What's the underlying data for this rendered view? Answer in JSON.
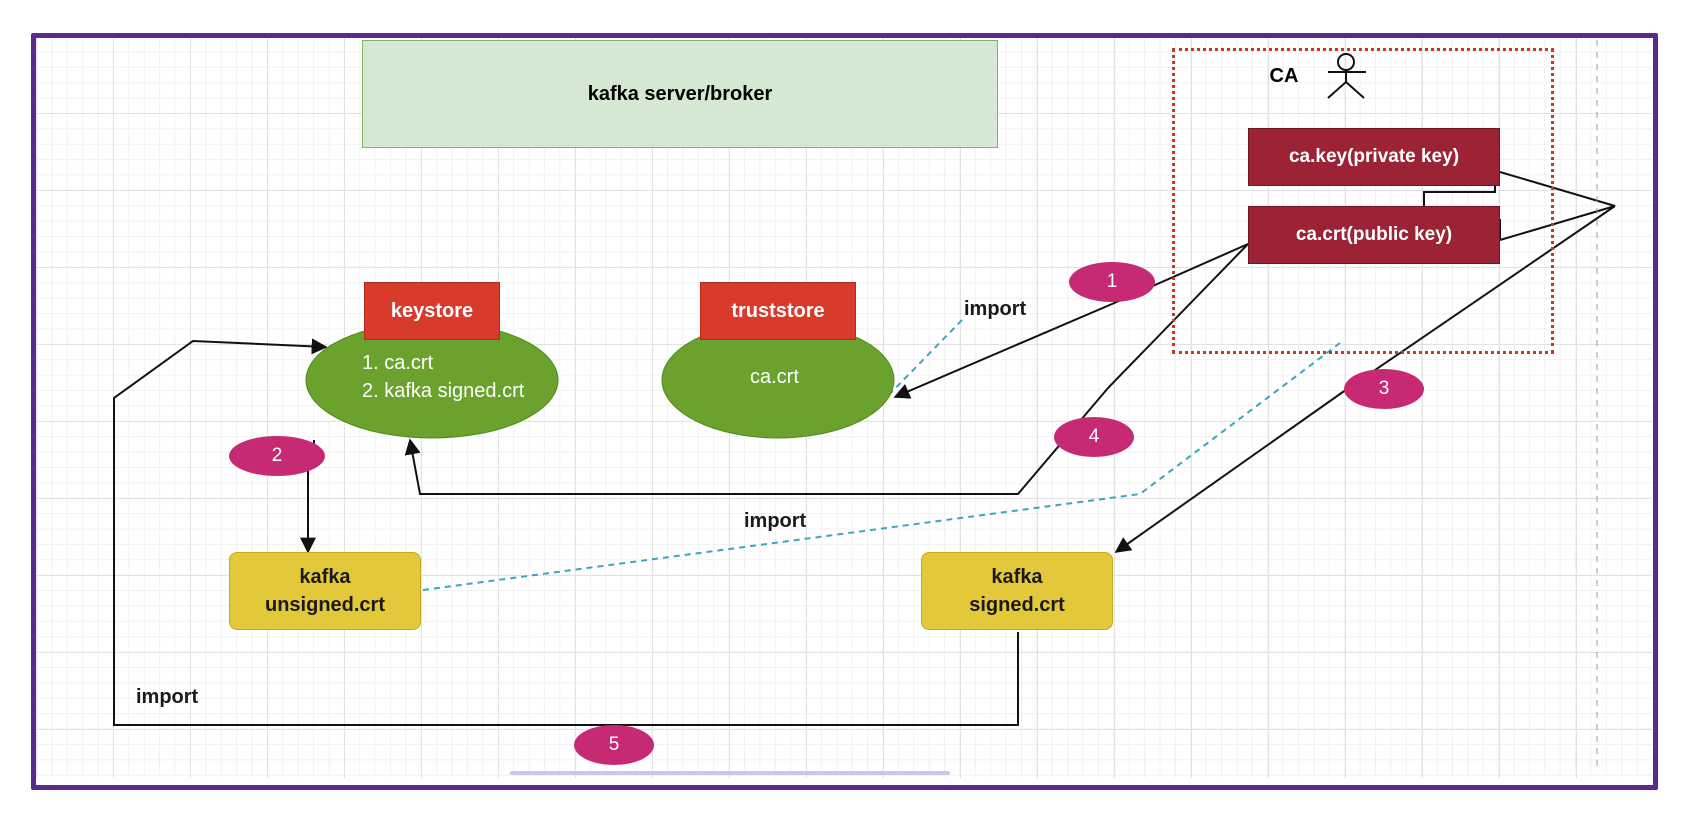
{
  "server": {
    "label": "kafka server/broker"
  },
  "ca": {
    "label": "CA",
    "icon": "actor-icon",
    "key_label": "ca.key(private key)",
    "crt_label": "ca.crt(public key)"
  },
  "keystore": {
    "label": "keystore",
    "items": [
      "1. ca.crt",
      "2. kafka signed.crt"
    ]
  },
  "truststore": {
    "label": "truststore",
    "content": "ca.crt"
  },
  "certs": {
    "unsigned_line1": "kafka",
    "unsigned_line2": "unsigned.crt",
    "signed_line1": "kafka",
    "signed_line2": "signed.crt"
  },
  "import_labels": {
    "truststore_import": "import",
    "unsigned_import": "import",
    "signed_import": "import"
  },
  "steps": [
    "1",
    "2",
    "3",
    "4",
    "5"
  ],
  "colors": {
    "frame": "#5b2a8c",
    "server_fill": "#d5e8d4",
    "ca_dark_red": "#9b2335",
    "store_label_red": "#d83a2b",
    "store_ellipse_green": "#6aa22d",
    "cert_yellow": "#e3c93a",
    "step_badge_magenta": "#c62a72",
    "dashed_teal": "#3aa6b9"
  }
}
